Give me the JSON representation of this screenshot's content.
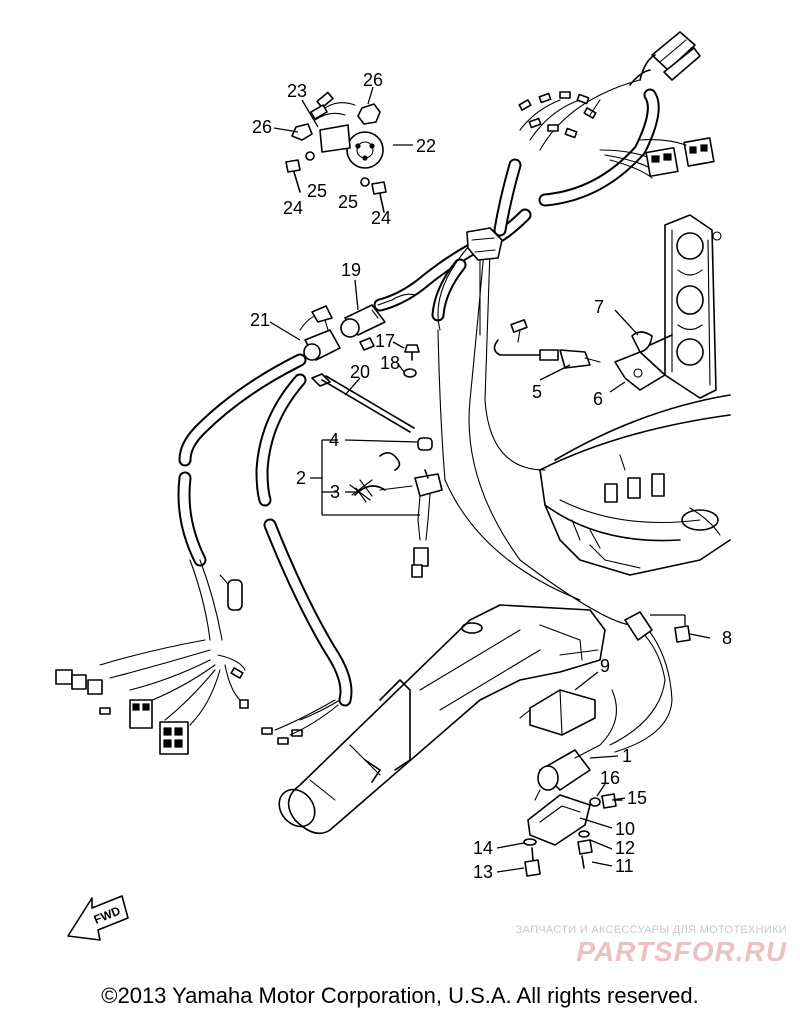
{
  "diagram": {
    "callouts": [
      "1",
      "2",
      "3",
      "4",
      "5",
      "6",
      "7",
      "8",
      "9",
      "10",
      "11",
      "12",
      "13",
      "14",
      "15",
      "16",
      "17",
      "18",
      "19",
      "20",
      "21",
      "22",
      "23",
      "24",
      "25",
      "26"
    ],
    "repeat_labels": {
      "label_24b": "24",
      "label_25b": "25",
      "label_26b": "26"
    },
    "fwd_label": "FWD"
  },
  "watermark": {
    "caption": "ЗАПЧАСТИ И АКСЕССУАРЫ ДЛЯ МОТОТЕХНИКИ",
    "logo": "PARTSFOR.RU"
  },
  "footer": {
    "copyright": "©2013 Yamaha Motor Corporation, U.S.A. All rights reserved."
  }
}
